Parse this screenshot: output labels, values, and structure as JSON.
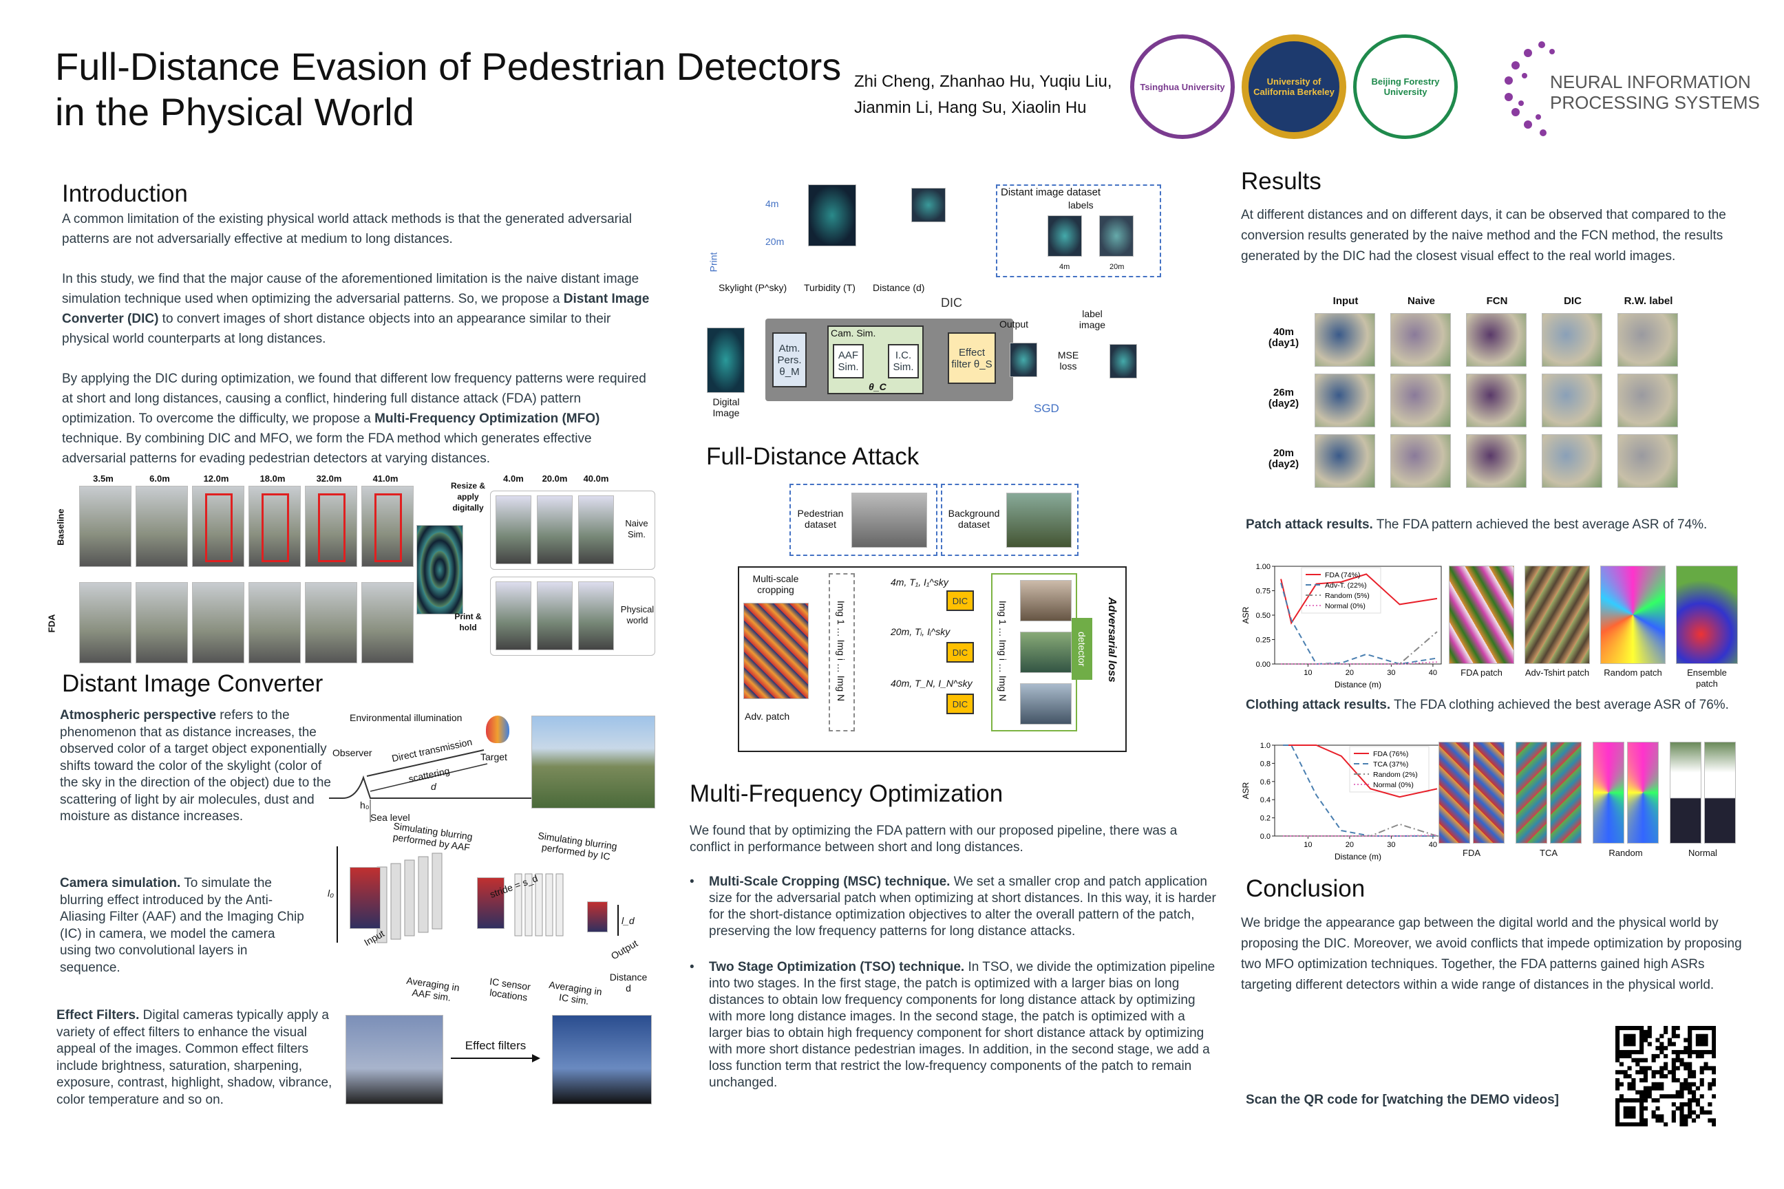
{
  "header": {
    "title_line1": "Full-Distance Evasion of Pedestrian Detectors",
    "title_line2": "in the Physical World",
    "authors_line1": "Zhi Cheng, Zhanhao Hu, Yuqiu Liu,",
    "authors_line2": "Jianmin Li, Hang Su, Xiaolin Hu",
    "logos": [
      "Tsinghua University",
      "University of California Berkeley",
      "Beijing Forestry University"
    ],
    "neurips_line1": "NEURAL INFORMATION",
    "neurips_line2": "PROCESSING SYSTEMS"
  },
  "intro": {
    "heading": "Introduction",
    "p1": "A common limitation of the existing physical world attack methods is that the generated adversarial patterns are not adversarially effective at medium to long distances.",
    "p2_pre": "In this study, we find that the major cause of the aforementioned limitation is the naive distant image simulation technique used when optimizing the adversarial patterns. So, we propose a ",
    "p2_bold": "Distant Image Converter (DIC)",
    "p2_post": " to convert images of short distance objects into an appearance similar to their physical world counterparts at long distances.",
    "p3_pre": "By applying the DIC during optimization, we found that different low frequency patterns were required at short and long distances, causing a conflict, hindering full distance attack (FDA) pattern optimization. To overcome the difficulty, we propose a ",
    "p3_bold": "Multi-Frequency Optimization (MFO)",
    "p3_post": " technique. By combining DIC and MFO, we form the FDA method which generates effective adversarial patterns for evading pedestrian detectors at varying distances."
  },
  "intro_fig": {
    "distances": [
      "3.5m",
      "6.0m",
      "12.0m",
      "18.0m",
      "32.0m",
      "41.0m"
    ],
    "rows": [
      "Baseline",
      "FDA"
    ],
    "resize": "Resize & apply digitally",
    "print": "Print & hold",
    "right_distances": [
      "4.0m",
      "20.0m",
      "40.0m"
    ],
    "naive": "Naive Sim.",
    "physical": "Physical world"
  },
  "dic": {
    "heading": "Distant Image Converter",
    "atm_bold": "Atmospheric perspective",
    "atm": " refers to the phenomenon that as distance increases, the observed color of a target object exponentially shifts toward the color of the skylight (color of the sky in the direction of the object) due to the scattering of light by air molecules, dust and moisture as distance increases.",
    "cam_bold": "Camera simulation.",
    "cam": " To simulate the blurring effect introduced by the Anti-Aliasing Filter (AAF) and the Imaging Chip (IC) in camera, we model the camera using two convolutional layers in sequence.",
    "eff_bold": "Effect Filters.",
    "eff": " Digital cameras typically apply a variety of effect filters to enhance the visual appeal of the images. Common effect filters include brightness, saturation, sharpening, exposure, contrast, highlight, shadow, vibrance, color temperature and so on.",
    "atm_fig": {
      "env": "Environmental illumination",
      "observer": "Observer",
      "direct": "Direct transmission",
      "scattering": "scattering",
      "target": "Target",
      "d": "d",
      "h0": "h₀",
      "sea": "Sea level"
    },
    "cam_fig": {
      "aaf_title": "Simulating blurring performed by AAF",
      "ic_title": "Simulating blurring performed by IC",
      "input": "Input",
      "output": "Output",
      "l0": "l₀",
      "ld": "l_d",
      "stride": "stride = s_d",
      "avg_aaf": "Averaging in AAF sim.",
      "ic_loc": "IC sensor locations",
      "avg_ic": "Averaging in IC sim.",
      "distance": "Distance d"
    },
    "effect_label": "Effect filters"
  },
  "pipeline": {
    "print": "Print",
    "d4": "4m",
    "d20": "20m",
    "dataset": "Distant image dataset",
    "labels": "labels",
    "l4": "4m",
    "l20": "20m",
    "skylight": "Skylight (P^sky)",
    "turbidity": "Turbidity (T)",
    "distance": "Distance (d)",
    "dic": "DIC",
    "atm": "Atm. Pers. θ_M",
    "cam": "Cam. Sim.",
    "aaf": "AAF Sim.",
    "ic": "I.C. Sim.",
    "theta_c": "θ_C",
    "effect": "Effect filter θ_S",
    "output": "Output",
    "label_image": "label image",
    "mse": "MSE loss",
    "sgd": "SGD",
    "digital": "Digital Image"
  },
  "fda": {
    "heading": "Full-Distance Attack",
    "ped": "Pedestrian dataset",
    "bg": "Background dataset",
    "crop": "Multi-scale cropping",
    "adv": "Adv. patch",
    "col1": "Img 1 … Img i … Img N",
    "col2": "Img 1 … Img i … Img N",
    "r1": "4m, T₁, I₁^sky",
    "r2": "20m, Tᵢ, Iᵢ^sky",
    "r3": "40m, T_N, I_N^sky",
    "dic": "DIC",
    "detector": "detector",
    "loss": "Adversarial loss"
  },
  "mfo": {
    "heading": "Multi-Frequency Optimization",
    "intro": "We found that by optimizing the FDA pattern with our proposed pipeline, there was a conflict in performance between short and long distances.",
    "b1_bold": "Multi-Scale Cropping (MSC) technique.",
    "b1": " We set a smaller crop and patch application size for the adversarial patch when optimizing at short distances. In this way, it is harder for the short-distance optimization objectives to alter the overall pattern of the patch, preserving the low frequency patterns for long distance attacks.",
    "b2_bold": "Two Stage Optimization (TSO) technique.",
    "b2": " In TSO, we divide the optimization pipeline into two stages. In the first stage, the patch is optimized with a larger bias on long distances to obtain low frequency components for long distance attack by optimizing with more long distance images. In the second stage, the patch is optimized with a larger bias to obtain high frequency component for short distance attack by optimizing with more short distance pedestrian images. In addition, in the second stage, we add a loss function term that restrict the low-frequency components of the patch to remain unchanged."
  },
  "results": {
    "heading": "Results",
    "text": "At different distances and on different days, it can be observed that compared to the conversion results generated by the naive method and the FCN method, the results generated by the DIC had the closest visual effect to the real world images.",
    "cols": [
      "Input",
      "Naive",
      "FCN",
      "DIC",
      "R.W. label"
    ],
    "rows": [
      "40m (day1)",
      "26m (day2)",
      "20m (day2)"
    ],
    "patch_bold": "Patch attack results.",
    "patch_text": " The FDA pattern achieved the best average ASR of 74%.",
    "patch_labels": [
      "FDA patch",
      "Adv-Tshirt patch",
      "Random patch",
      "Ensemble patch"
    ],
    "cloth_bold": "Clothing attack results.",
    "cloth_text": " The FDA clothing achieved the best average ASR of 76%.",
    "cloth_labels": [
      "FDA",
      "TCA",
      "Random",
      "Normal"
    ]
  },
  "conclusion": {
    "heading": "Conclusion",
    "text": "We bridge the appearance gap between the digital world and the physical world by proposing the DIC. Moreover, we avoid conflicts that impede optimization by proposing two MFO optimization techniques. Together, the FDA patterns gained high ASRs targeting different detectors within a wide range of distances in the physical world.",
    "qr_text": "Scan the QR code for [watching the DEMO videos]"
  },
  "chart_data": [
    {
      "type": "line",
      "title": "",
      "xlabel": "Distance (m)",
      "ylabel": "ASR",
      "xlim": [
        2,
        42
      ],
      "ylim": [
        0,
        1
      ],
      "xticks": [
        10,
        20,
        30,
        40
      ],
      "yticks": [
        "0.00",
        "0.25",
        "0.50",
        "0.75",
        "1.00"
      ],
      "legend": "top-center",
      "x": [
        3.5,
        6,
        12,
        18,
        24,
        32,
        41
      ],
      "series": [
        {
          "name": "FDA (74%)",
          "color": "#e8202a",
          "dash": "",
          "values": [
            0.87,
            0.42,
            0.82,
            0.84,
            0.92,
            0.61,
            0.67
          ]
        },
        {
          "name": "Adv-T. (22%)",
          "color": "#4a7fb0",
          "dash": "8,5",
          "values": [
            0.83,
            0.45,
            0.0,
            0.01,
            0.1,
            0.0,
            0.06
          ]
        },
        {
          "name": "Random (5%)",
          "color": "#888888",
          "dash": "10,4,2,4",
          "values": [
            0,
            0,
            0,
            0,
            0,
            0,
            0.33
          ]
        },
        {
          "name": "Normal (0%)",
          "color": "#e377c2",
          "dash": "2,3",
          "values": [
            0,
            0,
            0,
            0,
            0,
            0,
            0.02
          ]
        }
      ]
    },
    {
      "type": "line",
      "title": "",
      "xlabel": "Distance (m)",
      "ylabel": "ASR",
      "xlim": [
        2,
        42
      ],
      "ylim": [
        0,
        1
      ],
      "xticks": [
        10,
        20,
        30,
        40
      ],
      "yticks": [
        "0.0",
        "0.2",
        "0.4",
        "0.6",
        "0.8",
        "1.0"
      ],
      "legend": "top-right",
      "x": [
        4,
        6,
        12,
        18,
        25,
        32,
        41
      ],
      "series": [
        {
          "name": "FDA (76%)",
          "color": "#e8202a",
          "dash": "",
          "values": [
            1.0,
            1.0,
            1.0,
            0.88,
            0.52,
            0.43,
            0.52
          ]
        },
        {
          "name": "TCA (37%)",
          "color": "#4a7fb0",
          "dash": "8,5",
          "values": [
            1.0,
            1.0,
            0.45,
            0.06,
            0.0,
            0.0,
            0.0
          ]
        },
        {
          "name": "Random (2%)",
          "color": "#888888",
          "dash": "10,4,2,4",
          "values": [
            0,
            0,
            0,
            0,
            0,
            0.13,
            0.0
          ]
        },
        {
          "name": "Normal (0%)",
          "color": "#e377c2",
          "dash": "2,3",
          "values": [
            0,
            0,
            0,
            0,
            0,
            0,
            0.01
          ]
        }
      ]
    }
  ]
}
